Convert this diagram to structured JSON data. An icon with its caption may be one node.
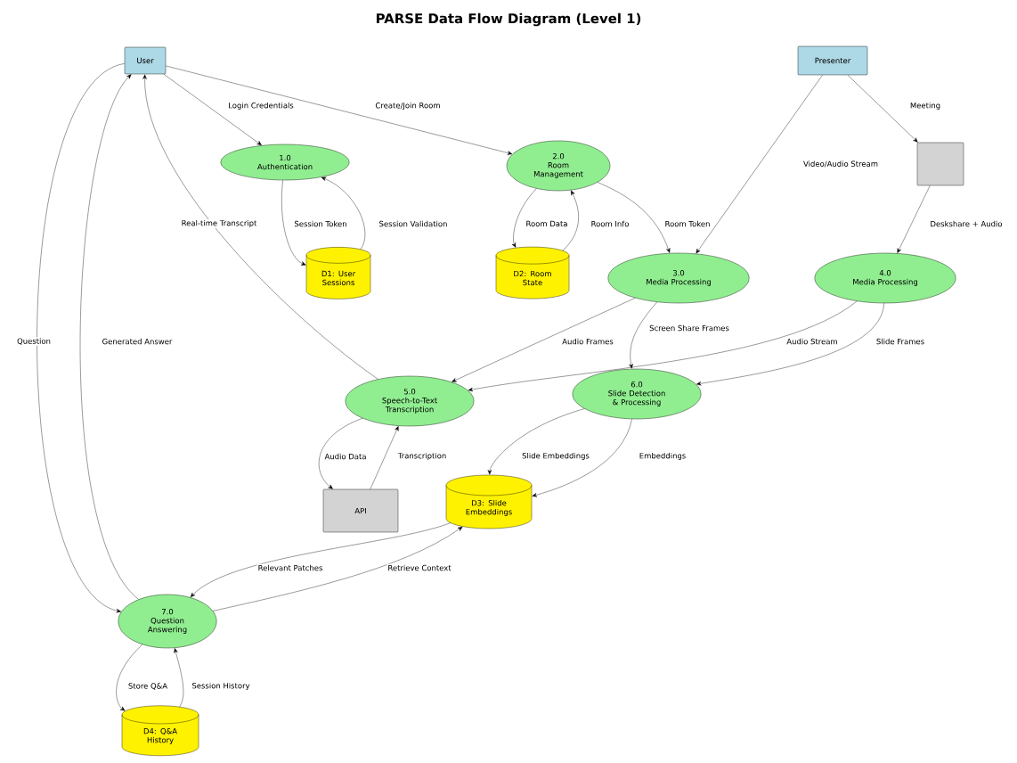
{
  "diagram": {
    "title": "PARSE Data Flow Diagram (Level 1)",
    "nodes": [
      {
        "text": [
          "User"
        ]
      },
      {
        "text": [
          "Presenter"
        ]
      },
      {
        "text": [],
        "shape": "box"
      },
      {
        "text": [
          "1.0",
          "Authentication"
        ]
      },
      {
        "text": [
          "2.0",
          "Room Management"
        ]
      },
      {
        "text": [
          "D1: User Sessions"
        ]
      },
      {
        "text": [
          "D2: Room State"
        ]
      },
      {
        "text": [
          "3.0",
          "Media Processing"
        ]
      },
      {
        "text": [
          "4.0",
          "Media Processing"
        ]
      },
      {
        "text": [
          "5.0",
          "Speech-to-Text Transcription"
        ]
      },
      {
        "text": [
          "6.0",
          "Slide Detection & Processing"
        ]
      },
      {
        "text": [
          "API"
        ]
      },
      {
        "text": [
          "D3: Slide Embeddings"
        ]
      },
      {
        "text": [
          "7.0",
          "Question Answering"
        ]
      },
      {
        "text": [
          "D4: Q&A History"
        ]
      }
    ],
    "edges": [
      {
        "from": 0,
        "to": 3,
        "arrow": "to",
        "label": "Login Credentials"
      },
      {
        "from": 0,
        "to": 4,
        "arrow": "to",
        "label": "Create/Join Room"
      },
      {
        "from": 1,
        "to": 7,
        "arrow": "to",
        "label": "Video/Audio Stream"
      },
      {
        "from": 1,
        "to": 2,
        "arrow": "to",
        "label": "Meeting"
      },
      {
        "from": 2,
        "to": 8,
        "arrow": "to",
        "label": "Deskshare + Audio"
      },
      {
        "from": 3,
        "to": 5,
        "arrow": "to",
        "label": "Session Token"
      },
      {
        "from": 5,
        "to": 3,
        "arrow": "to",
        "label": "Session Validation"
      },
      {
        "from": 4,
        "to": 6,
        "arrow": "to",
        "label": "Room Data"
      },
      {
        "from": 6,
        "to": 4,
        "arrow": "to",
        "label": "Room Info"
      },
      {
        "from": 4,
        "to": 7,
        "arrow": "to",
        "label": "Room Token"
      },
      {
        "from": 7,
        "to": 9,
        "arrow": "to",
        "label": "Audio Frames"
      },
      {
        "from": 7,
        "to": 10,
        "arrow": "to",
        "label": "Screen Share Frames"
      },
      {
        "from": 8,
        "to": 9,
        "arrow": "to",
        "label": "Audio Stream"
      },
      {
        "from": 8,
        "to": 10,
        "arrow": "to",
        "label": "Slide Frames"
      },
      {
        "from": 9,
        "to": 0,
        "arrow": "to",
        "label": "Real-time Transcript"
      },
      {
        "from": 9,
        "to": 11,
        "arrow": "to",
        "label": "Audio Data"
      },
      {
        "from": 11,
        "to": 9,
        "arrow": "to",
        "label": "Transcription"
      },
      {
        "from": 10,
        "to": 12,
        "arrow": "to",
        "label": "Slide Embeddings"
      },
      {
        "from": 10,
        "to": 12,
        "arrow": "to",
        "label": "Embeddings"
      },
      {
        "from": 12,
        "to": 13,
        "arrow": "to",
        "label": "Relevant Patches"
      },
      {
        "from": 13,
        "to": 12,
        "arrow": "to",
        "label": "Retrieve Context"
      },
      {
        "from": 0,
        "to": 13,
        "arrow": "to",
        "label": "Question"
      },
      {
        "from": 13,
        "to": 0,
        "arrow": "to",
        "label": "Generated Answer"
      },
      {
        "from": 13,
        "to": 14,
        "arrow": "to",
        "label": "Store Q&A"
      },
      {
        "from": 14,
        "to": 13,
        "arrow": "to",
        "label": "Session History"
      }
    ]
  }
}
